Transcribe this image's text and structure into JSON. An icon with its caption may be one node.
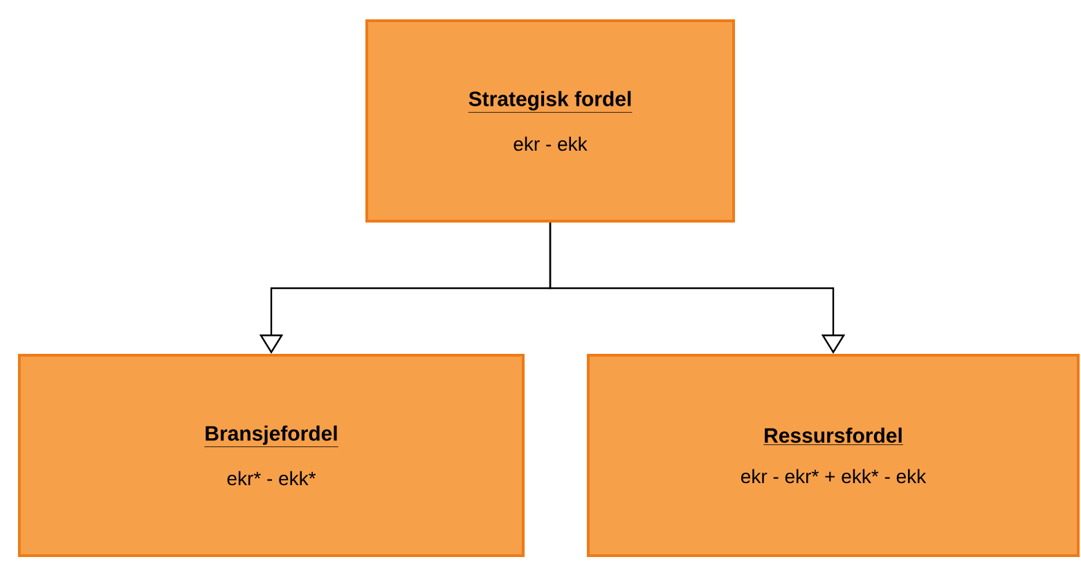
{
  "diagram": {
    "nodes": [
      {
        "text": [
          "Strategisk fordel",
          "ekr - ekk"
        ]
      },
      {
        "text": [
          "Bransjefordel",
          "ekr* - ekk*"
        ]
      },
      {
        "text": [
          "Ressursfordel",
          "ekr - ekr* + ekk* - ekk"
        ]
      }
    ],
    "edges": [
      {
        "from": 0,
        "to": 1,
        "arrow": "to"
      },
      {
        "from": 0,
        "to": 2,
        "arrow": "to"
      }
    ]
  }
}
